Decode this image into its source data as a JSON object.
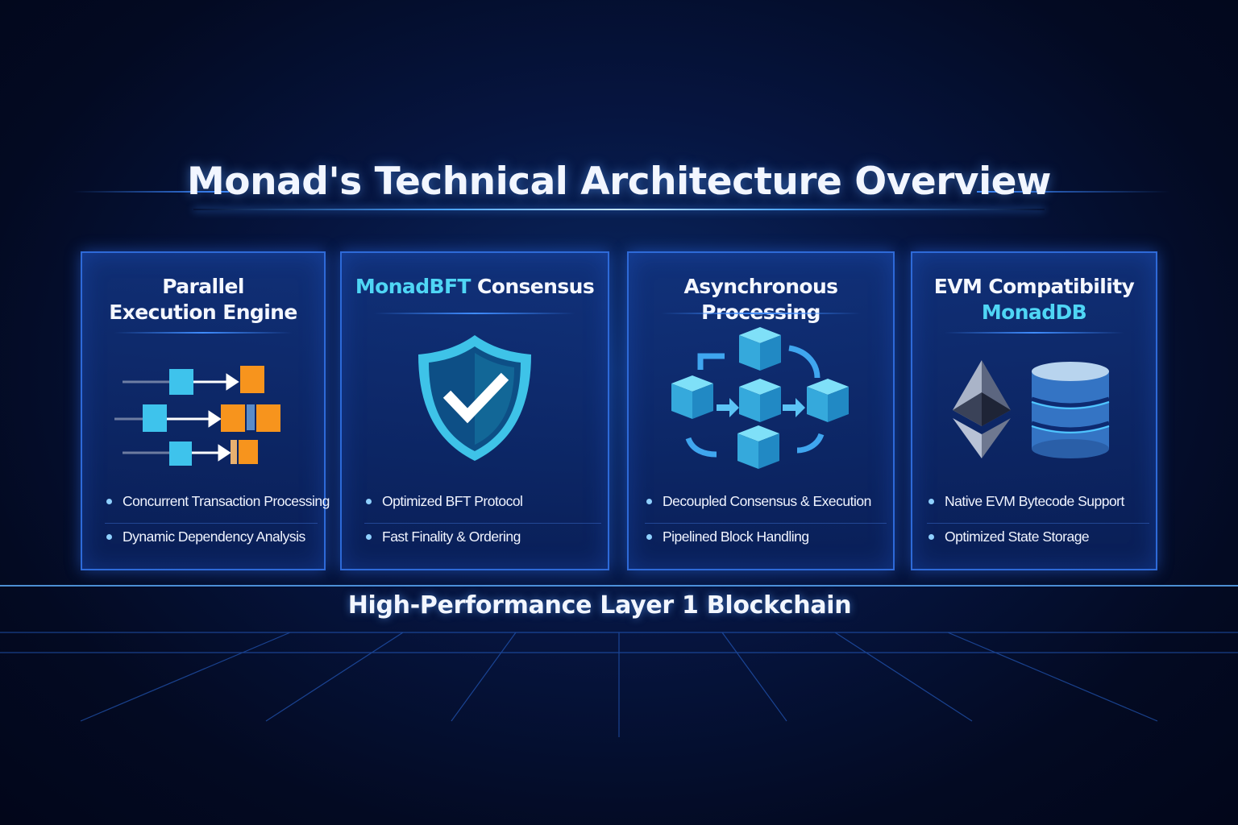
{
  "title": "Monad's Technical Architecture Overview",
  "footer": "High-Performance Layer 1 Blockchain",
  "colors": {
    "accent": "#4fd6f5",
    "card_border": "#2e6ad8",
    "background": "#030a22",
    "orange": "#f7941d"
  },
  "cards": [
    {
      "title": "Parallel Execution Engine",
      "title_accent": "",
      "subtitle": "",
      "icon": "parallel-blocks-icon",
      "bullets": [
        "Concurrent Transaction Processing",
        "Dynamic Dependency Analysis"
      ]
    },
    {
      "title": "Consensus",
      "title_accent": "MonadBFT",
      "subtitle": "",
      "icon": "shield-check-icon",
      "bullets": [
        "Optimized BFT Protocol",
        "Fast Finality & Ordering"
      ]
    },
    {
      "title": "Asynchronous Processing",
      "title_accent": "",
      "subtitle": "",
      "icon": "cube-network-icon",
      "bullets": [
        "Decoupled Consensus & Execution",
        "Pipelined Block Handling"
      ]
    },
    {
      "title": "EVM Compatibility",
      "title_accent": "",
      "subtitle": "MonadDB",
      "icon": "ethereum-database-icon",
      "bullets": [
        "Native EVM Bytecode Support",
        "Optimized State Storage"
      ]
    }
  ]
}
